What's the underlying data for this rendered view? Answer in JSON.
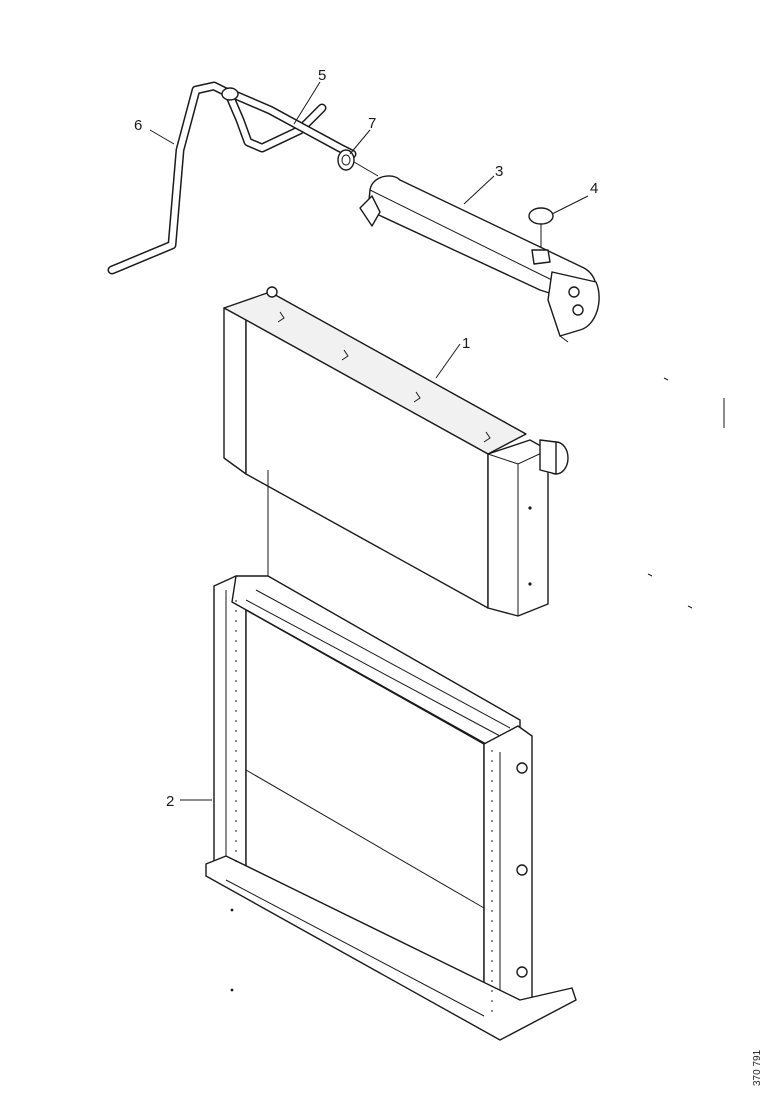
{
  "callouts": {
    "c1": "1",
    "c2": "2",
    "c3": "3",
    "c4": "4",
    "c5": "5",
    "c6": "6",
    "c7": "7"
  },
  "drawing_ref": "370 791",
  "colors": {
    "line": "#1a1a1a",
    "paper": "#ffffff"
  }
}
